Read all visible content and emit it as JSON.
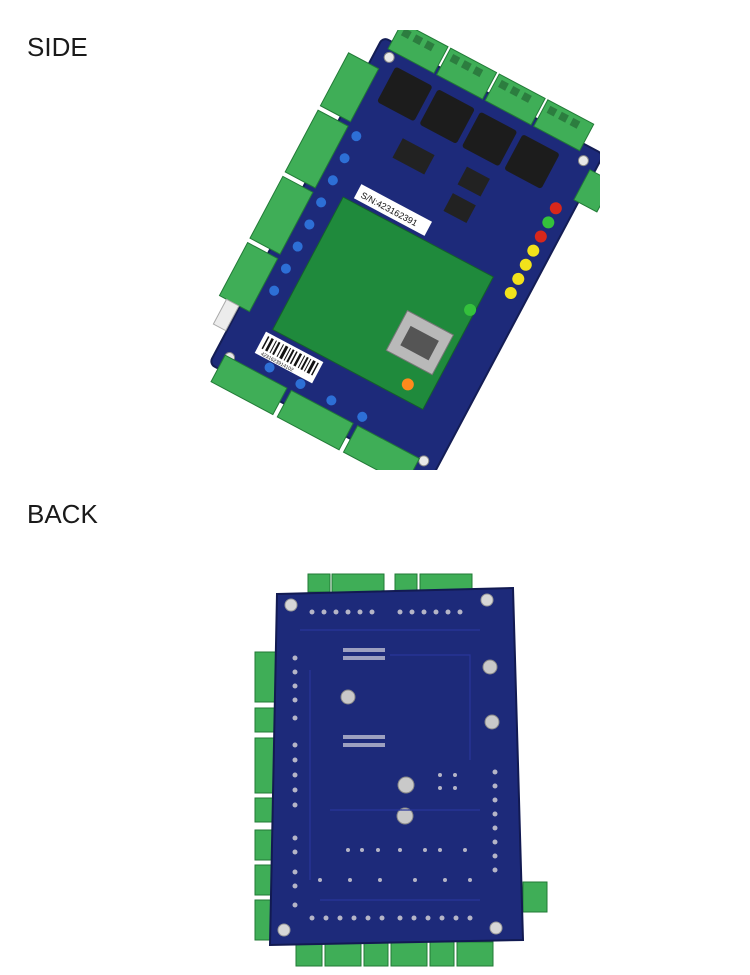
{
  "sections": {
    "side": {
      "label": "SIDE"
    },
    "back": {
      "label": "BACK"
    }
  },
  "board": {
    "serial_number": "S/N:423162391",
    "barcode_text": "4231623914102"
  },
  "colors": {
    "pcb_navy": "#1d2a7a",
    "pcb_green": "#1f8a3c",
    "terminal_green": "#3fae57",
    "led_red": "#d8271b",
    "led_green": "#34c13c",
    "led_yellow": "#f2e21b",
    "relay_black": "#1c1c1c"
  }
}
